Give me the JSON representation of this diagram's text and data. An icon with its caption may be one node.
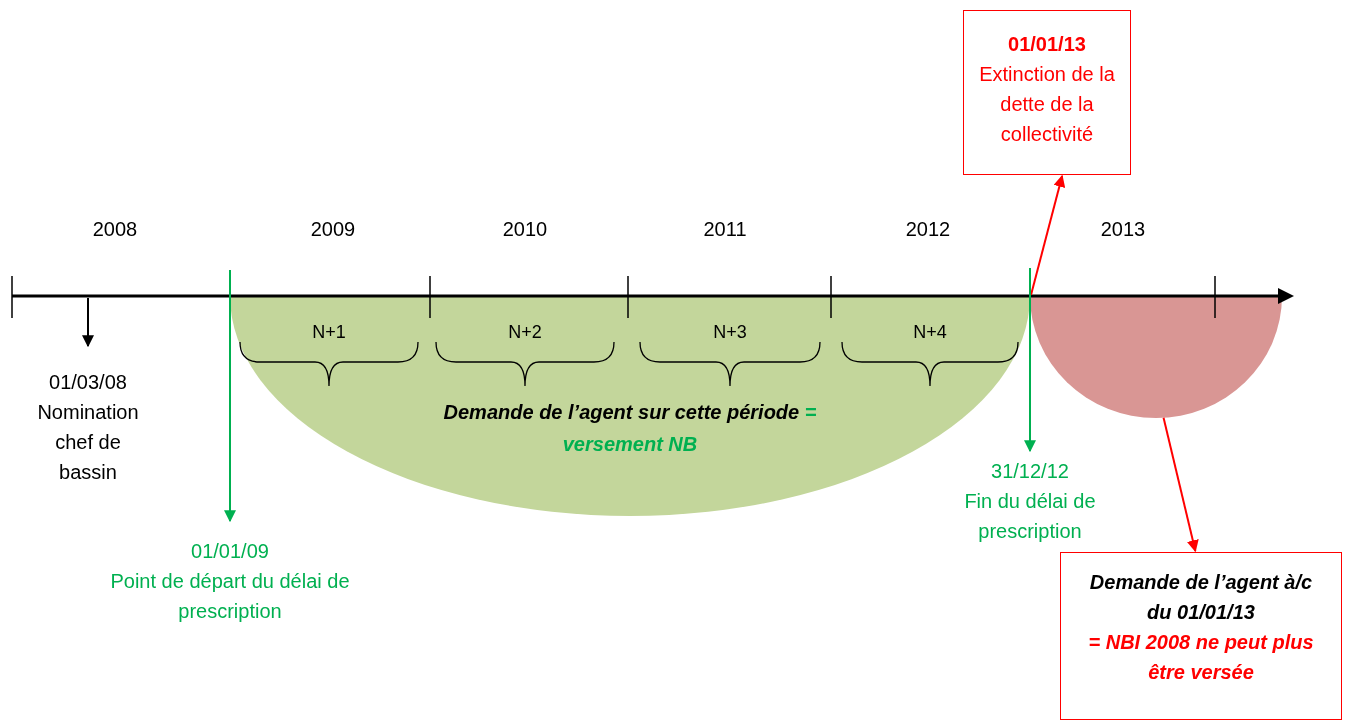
{
  "diagram": {
    "nodes": [
      {
        "text": [
          "01/01/13",
          "Extinction de la dette de la collectivité"
        ]
      },
      {
        "text": [
          "01/03/08",
          "Nomination chef de bassin"
        ]
      },
      {
        "text": [
          "Demande de l’agent sur cette période",
          "= versement NB"
        ]
      },
      {
        "text": [],
        "shape": "circle"
      },
      {
        "text": [
          "31/12/12",
          "Fin du délai de prescription"
        ]
      },
      {
        "text": [
          "01/01/09",
          "Point de départ du délai de prescription"
        ]
      },
      {
        "text": [
          "Demande de l’agent à/c du 01/01/13",
          "= NBI 2008 ne peut plus être versée"
        ]
      }
    ],
    "edges": [
      {
        "from": 3,
        "to": 0,
        "arrow": "to",
        "color": "#ff0000"
      },
      {
        "from": null,
        "to": 1,
        "arrow": "to",
        "color": "#000000"
      },
      {
        "from": null,
        "to": 5,
        "arrow": "to",
        "color": "#00b050"
      },
      {
        "from": null,
        "to": 4,
        "arrow": "to",
        "color": "#00b050"
      },
      {
        "from": 3,
        "to": 6,
        "arrow": "to",
        "color": "#ff0000"
      }
    ],
    "labels": [
      "2008",
      "2009",
      "2010",
      "2011",
      "2012",
      "2013",
      "N+1",
      "N+2",
      "N+3",
      "N+4"
    ]
  }
}
